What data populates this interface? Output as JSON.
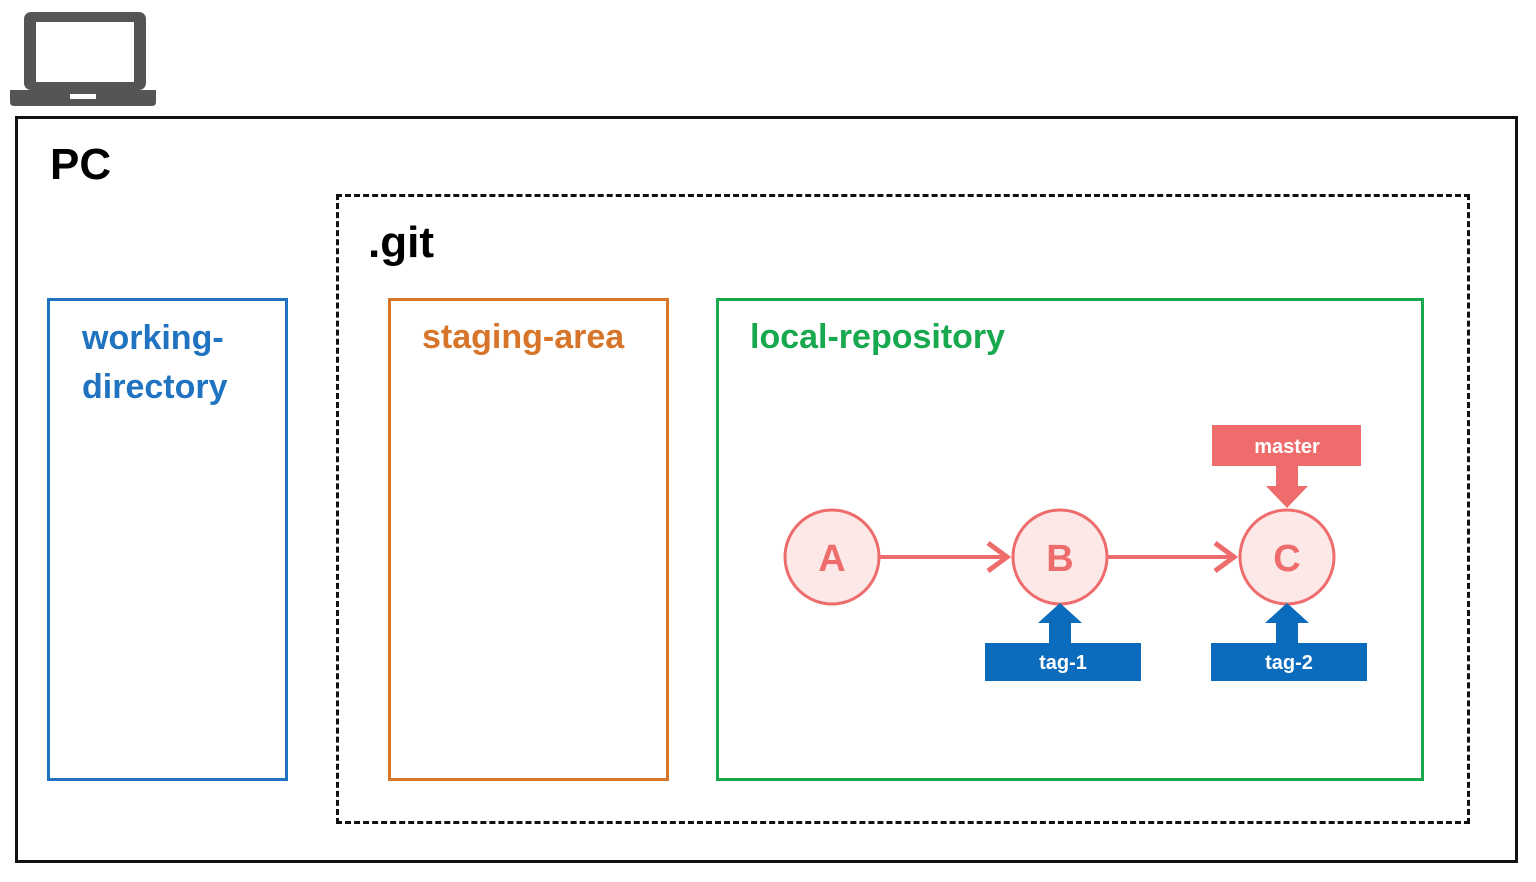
{
  "pc": {
    "title": "PC"
  },
  "git": {
    "title": ".git"
  },
  "areas": {
    "working_directory": {
      "title_line1": "working-",
      "title_line2": "directory"
    },
    "staging_area": {
      "title": "staging-area"
    },
    "local_repository": {
      "title": "local-repository"
    }
  },
  "commits": [
    {
      "label": "A"
    },
    {
      "label": "B"
    },
    {
      "label": "C"
    }
  ],
  "branch": {
    "label": "master"
  },
  "tags": [
    {
      "label": "tag-1"
    },
    {
      "label": "tag-2"
    }
  ],
  "colors": {
    "commit": "#ee6c6c",
    "commit_fill": "#fde8e8",
    "branch": "#ee6c6c",
    "tag": "#0b6cbe",
    "working_directory": "#1f73c1",
    "staging_area": "#d7752a",
    "local_repository": "#18a84d",
    "laptop_icon": "#555555"
  },
  "icons": {
    "computer": "laptop-icon"
  }
}
